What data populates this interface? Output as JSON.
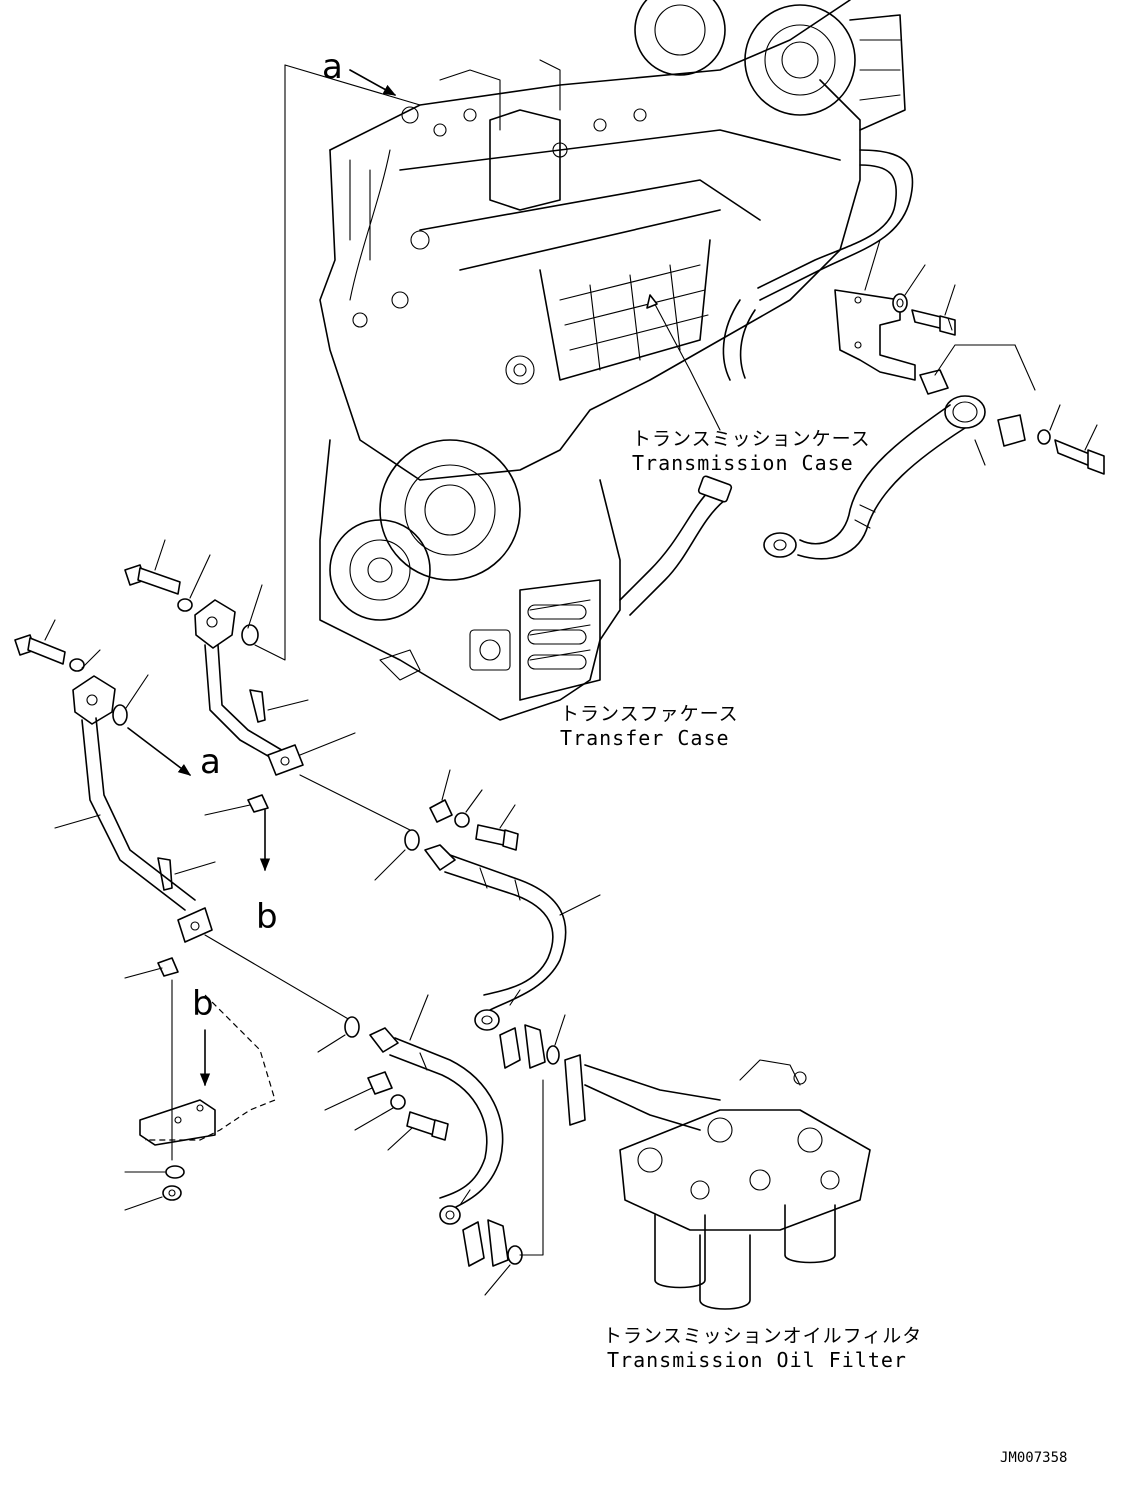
{
  "labels": {
    "transmission_case_jp": "トランスミッションケース",
    "transmission_case_en": "Transmission Case",
    "transfer_case_jp": "トランスファケース",
    "transfer_case_en": "Transfer Case",
    "oil_filter_jp": "トランスミッションオイルフィルタ",
    "oil_filter_en": "Transmission Oil Filter"
  },
  "refs": {
    "a": "a",
    "b": "b"
  },
  "drawing_code": "JM007358"
}
